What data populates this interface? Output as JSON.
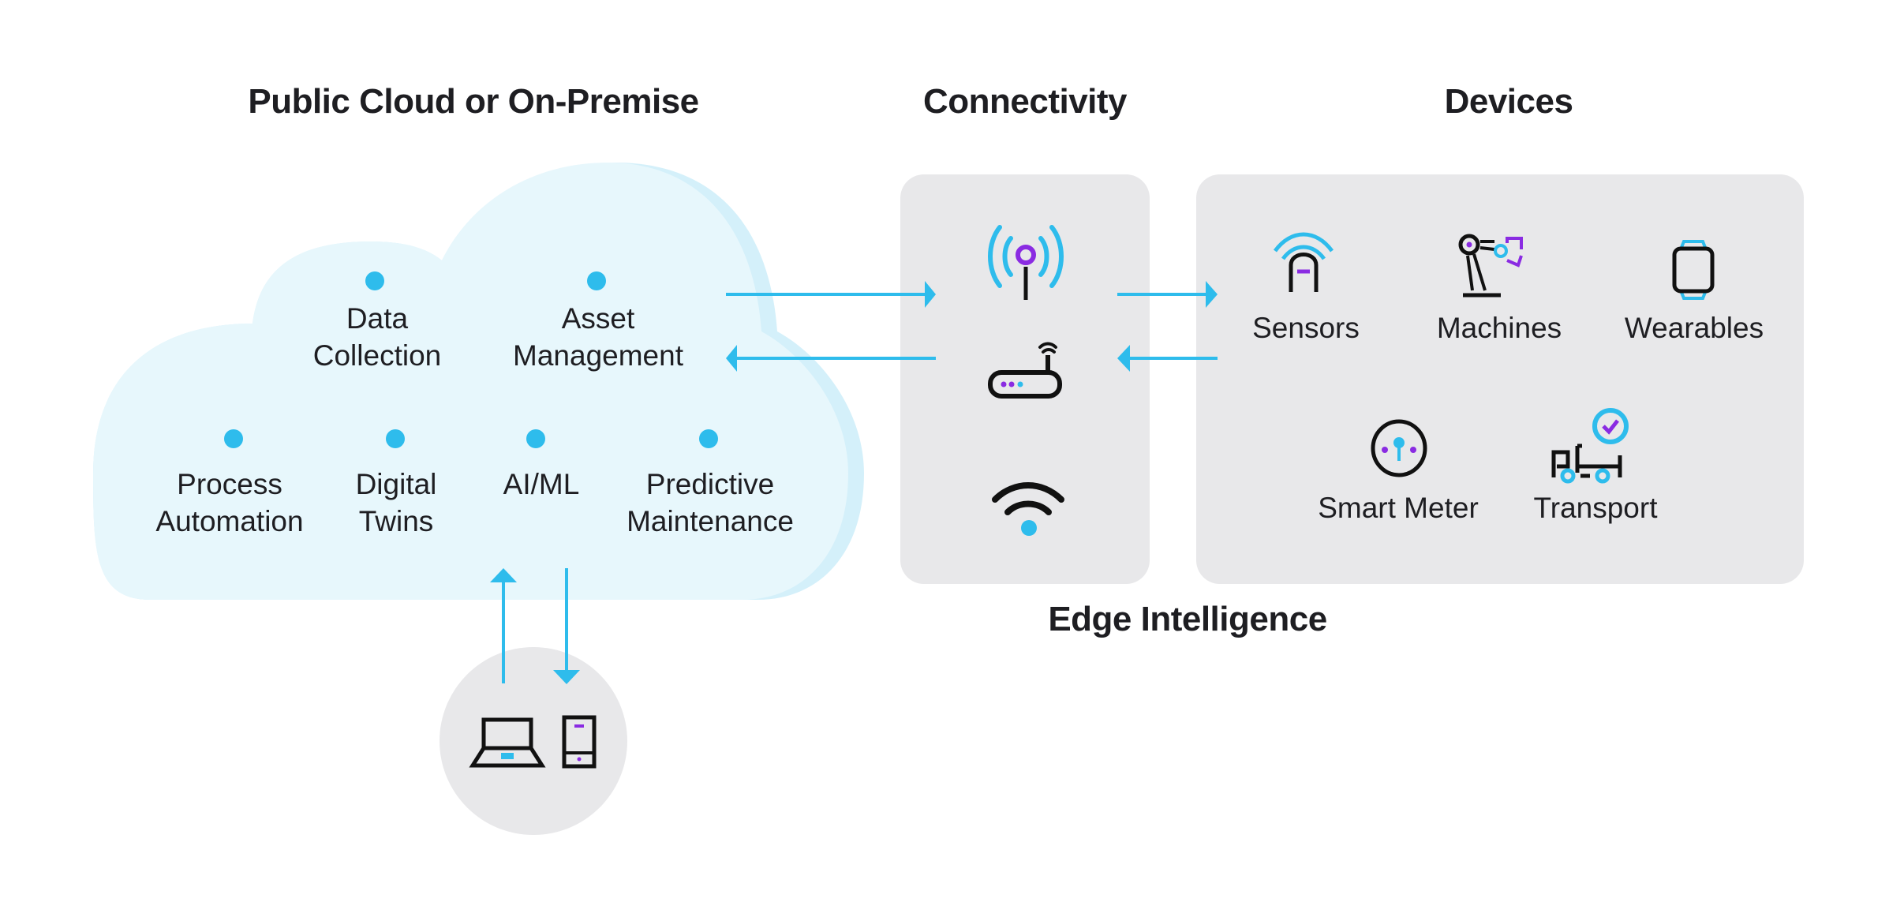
{
  "headings": {
    "cloud": "Public Cloud or On-Premise",
    "connectivity": "Connectivity",
    "devices": "Devices",
    "edge": "Edge Intelligence"
  },
  "cloud": {
    "services": [
      {
        "line1": "Data",
        "line2": "Collection"
      },
      {
        "line1": "Asset",
        "line2": "Management"
      },
      {
        "line1": "Process",
        "line2": "Automation"
      },
      {
        "line1": "Digital",
        "line2": "Twins"
      },
      {
        "line1": "AI/ML",
        "line2": ""
      },
      {
        "line1": "Predictive",
        "line2": "Maintenance"
      }
    ]
  },
  "connectivity": {
    "icons": [
      "cell-tower-icon",
      "router-icon",
      "wifi-icon"
    ]
  },
  "devices": {
    "items": [
      {
        "label": "Sensors",
        "icon": "sensor-icon"
      },
      {
        "label": "Machines",
        "icon": "robot-arm-icon"
      },
      {
        "label": "Wearables",
        "icon": "smartwatch-icon"
      },
      {
        "label": "Smart Meter",
        "icon": "smart-meter-icon"
      },
      {
        "label": "Transport",
        "icon": "forklift-icon"
      }
    ]
  },
  "endpoints": {
    "icons": [
      "laptop-icon",
      "smartphone-icon"
    ]
  },
  "colors": {
    "accent": "#2ebcec",
    "purple": "#8a2be2",
    "cloud_fill": "#e6f7fc",
    "cloud_shadow": "#d2eff9",
    "panel": "#e8e8ea",
    "text": "#1e1e22"
  }
}
